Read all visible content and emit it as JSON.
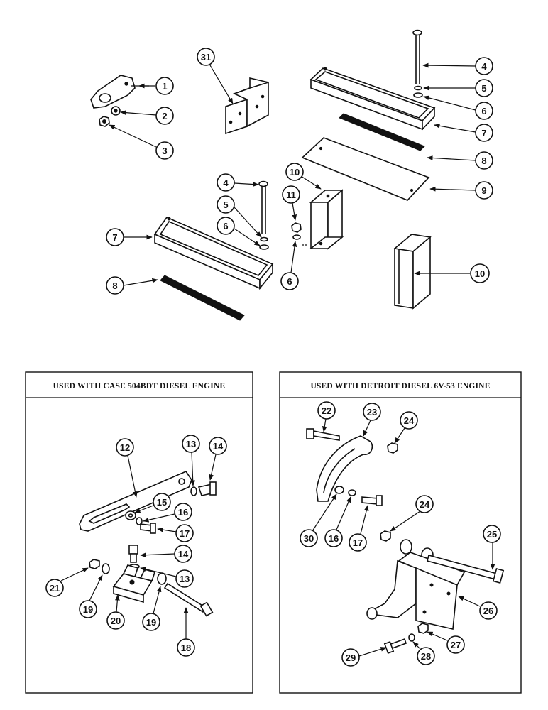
{
  "panels": {
    "left_title": "USED WITH CASE 504BDT DIESEL ENGINE",
    "right_title": "USED WITH DETROIT DIESEL 6V-53  ENGINE"
  },
  "callouts": {
    "c1": "1",
    "c2": "2",
    "c3": "3",
    "c31": "31",
    "c4a": "4",
    "c5a": "5",
    "c6a": "6",
    "c7a": "7",
    "c8a": "8",
    "c9": "9",
    "c10a": "10",
    "c11": "11",
    "c4b": "4",
    "c5b": "5",
    "c6b": "6",
    "c7b": "7",
    "c6c": "6",
    "c8b": "8",
    "c10b": "10",
    "c12": "12",
    "c13a": "13",
    "c14a": "14",
    "c15": "15",
    "c16a": "16",
    "c17a": "17",
    "c14b": "14",
    "c13b": "13",
    "c21": "21",
    "c19a": "19",
    "c20": "20",
    "c19b": "19",
    "c18": "18",
    "c22": "22",
    "c23": "23",
    "c24a": "24",
    "c30": "30",
    "c16b": "16",
    "c17b": "17",
    "c24b": "24",
    "c25": "25",
    "c26": "26",
    "c27": "27",
    "c28": "28",
    "c29": "29"
  }
}
